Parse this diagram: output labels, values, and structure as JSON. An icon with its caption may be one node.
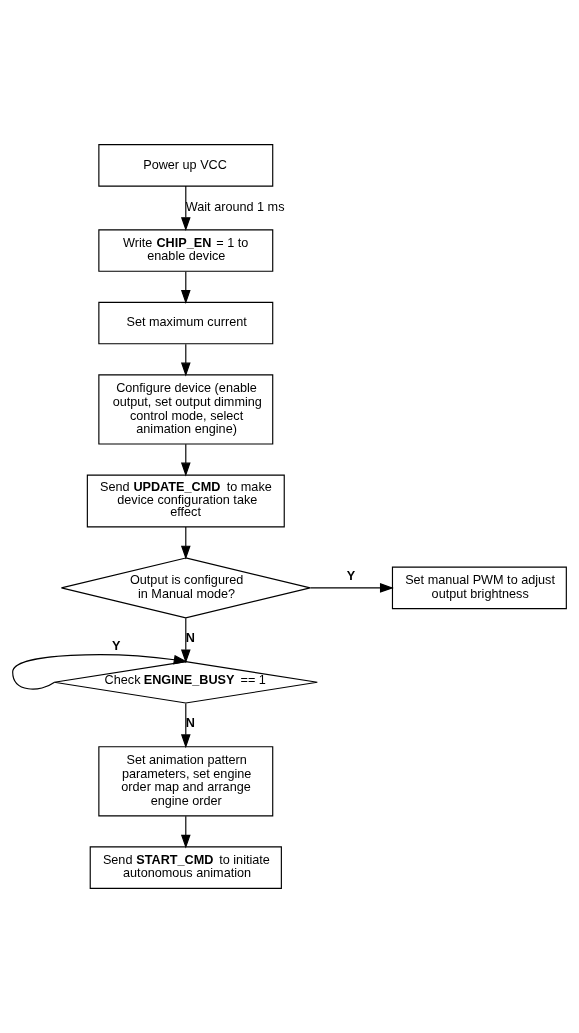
{
  "diagram": {
    "nodes": [
      {
        "text": [
          "Power up VCC"
        ]
      },
      {
        "text": [
          "Write **CHIP_EN** = 1 to enable device"
        ]
      },
      {
        "text": [
          "Set maximum current"
        ]
      },
      {
        "text": [
          "Configure device (enable output, set output dimming control mode, select animation engine)"
        ]
      },
      {
        "text": [
          "Send **UPDATE_CMD** to make device configuration take effect"
        ]
      },
      {
        "text": [
          "Output is configured in Manual mode?"
        ]
      },
      {
        "text": [
          "Set manual PWM to adjust output brightness"
        ]
      },
      {
        "text": [
          "Check **ENGINE_BUSY** == 1"
        ]
      },
      {
        "text": [
          "Set animation pattern parameters, set engine order map and arrange engine order"
        ]
      },
      {
        "text": [
          "Send **START_CMD** to initiate autonomous animation"
        ]
      }
    ],
    "edges": [
      {
        "from": 0,
        "to": 1,
        "arrow": "to",
        "label": "Wait around 1 ms"
      },
      {
        "from": 1,
        "to": 2,
        "arrow": "to"
      },
      {
        "from": 2,
        "to": 3,
        "arrow": "to"
      },
      {
        "from": 3,
        "to": 4,
        "arrow": "to"
      },
      {
        "from": 4,
        "to": 5,
        "arrow": "to"
      },
      {
        "from": 5,
        "to": 6,
        "arrow": "to",
        "label": "Y"
      },
      {
        "from": 5,
        "to": 7,
        "arrow": "to",
        "label": "N"
      },
      {
        "from": 7,
        "to": 7,
        "arrow": "to",
        "label": "Y"
      },
      {
        "from": 7,
        "to": 8,
        "arrow": "to",
        "label": "N"
      },
      {
        "from": 8,
        "to": 9,
        "arrow": "to"
      }
    ]
  }
}
